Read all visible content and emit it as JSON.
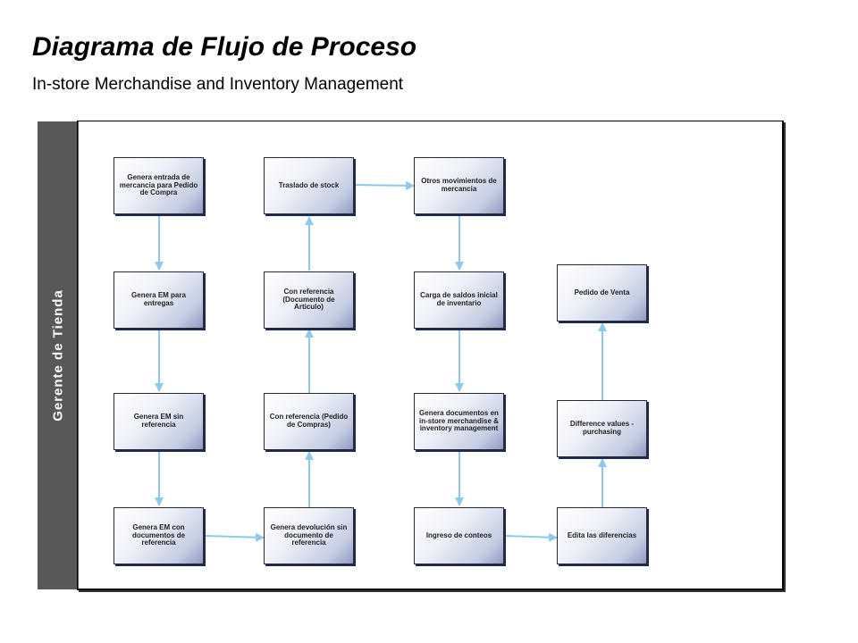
{
  "header": {
    "title": "Diagrama de Flujo de Proceso",
    "subtitle": "In-store Merchandise and Inventory Management"
  },
  "swimlane": {
    "label": "Gerente de Tienda"
  },
  "colors": {
    "connector": "#8ec8ec",
    "lane_panel": "#585858",
    "box_gradient_end": "#8d9ac2"
  },
  "boxes": {
    "genera_entrada": "Genera entrada de mercancia para Pedido de Compra",
    "genera_em_entregas": "Genera EM para entregas",
    "genera_em_sin_ref": "Genera EM sin referencia",
    "genera_em_con_docs": "Genera EM con documentos de referencia",
    "traslado_stock": "Traslado de stock",
    "con_ref_articulo": "Con referencia (Documento de Articulo)",
    "con_ref_pedido": "Con referencia (Pedido de Compras)",
    "genera_devolucion": "Genera devolución sin documento de referencia",
    "otros_movimientos": "Otros movimientos de mercancia",
    "carga_saldos": "Carga de saldos inicial de inventario",
    "genera_documentos": "Genera documentos en in-store merchandise & inventory management",
    "ingreso_conteos": "Ingreso de conteos",
    "pedido_venta": "Pedido de Venta",
    "difference_values": "Difference values - purchasing",
    "edita_diferencias": "Edita las diferencias"
  }
}
